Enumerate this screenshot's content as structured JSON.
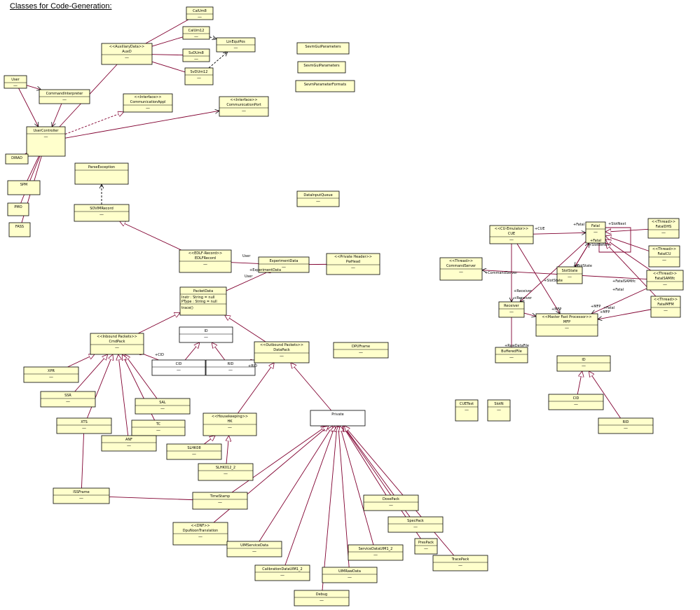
{
  "diagram": {
    "title": "Classes for Code-Generation:",
    "nodes": [
      {
        "id": "callum8",
        "title": "CalUm8",
        "compartments": [
          "—"
        ]
      },
      {
        "id": "callum12",
        "title": "CalUm12",
        "compartments": [
          "—"
        ]
      },
      {
        "id": "auxd",
        "stereotype": "<<AuxiliaryData>>",
        "title": "AuxD",
        "compartments": [
          "—"
        ]
      },
      {
        "id": "linequipos",
        "title": "LinEquiPos",
        "compartments": [
          "—"
        ]
      },
      {
        "id": "svdum8",
        "title": "SvDUm8",
        "compartments": [
          "—"
        ]
      },
      {
        "id": "svdum12",
        "title": "SvDUm12",
        "compartments": [
          "—"
        ]
      },
      {
        "id": "sevmguiparams1",
        "title": "SevmGuiParameters",
        "compartments": []
      },
      {
        "id": "sevmguiparams2",
        "title": "SevmGuiParameters",
        "compartments": []
      },
      {
        "id": "sevmparamformats",
        "title": "SevmParameterFormats",
        "compartments": []
      },
      {
        "id": "user",
        "title": "User",
        "compartments": [
          "—"
        ]
      },
      {
        "id": "cmdinterpreter",
        "title": "CommandInterpreter",
        "compartments": [
          "—"
        ]
      },
      {
        "id": "commappl",
        "stereotype": "<<Interface>>",
        "title": "CommunicationAppl",
        "compartments": [
          "—"
        ]
      },
      {
        "id": "commport",
        "stereotype": "<<Interface>>",
        "title": "CommunicationPort",
        "compartments": [
          "—"
        ]
      },
      {
        "id": "userctrl",
        "title": "UserController",
        "compartments": [
          "—"
        ]
      },
      {
        "id": "dirad",
        "title": "DIRAD",
        "compartments": []
      },
      {
        "id": "spm",
        "title": "SPM",
        "compartments": []
      },
      {
        "id": "pmo",
        "title": "PMO",
        "compartments": []
      },
      {
        "id": "fass",
        "title": "FASS",
        "compartments": []
      },
      {
        "id": "parseexc",
        "title": "ParseException",
        "compartments": [
          ""
        ]
      },
      {
        "id": "sovim",
        "title": "SOVIMRecord",
        "compartments": [
          "—"
        ]
      },
      {
        "id": "datainputqueue",
        "title": "DataInputQueue",
        "compartments": [
          "—"
        ]
      },
      {
        "id": "edlfrecord",
        "stereotype": "<<EDLF-Record>>",
        "title": "EDLFRecord",
        "compartments": [
          "—"
        ]
      },
      {
        "id": "expdata",
        "title": "ExperimentData",
        "compartments": [
          "—"
        ]
      },
      {
        "id": "pwhead",
        "stereotype": "<<Private Header>>",
        "title": "PwHead",
        "compartments": [
          "—"
        ]
      },
      {
        "id": "packetdata",
        "title": "PacketData",
        "compartments": [
          "Instr : String = null",
          "PType : String = null",
          "trace()"
        ]
      },
      {
        "id": "id_left",
        "title": "ID",
        "compartments": [
          "—"
        ]
      },
      {
        "id": "cmdpack",
        "stereotype": "<<Inbound Packets>>",
        "title": "CmdPack",
        "compartments": [
          "—"
        ]
      },
      {
        "id": "cid_left",
        "title": "CID",
        "compartments": [
          "—"
        ]
      },
      {
        "id": "rid_left",
        "title": "RID",
        "compartments": [
          "—"
        ]
      },
      {
        "id": "datapack",
        "stereotype": "<<Outbound Packets>>",
        "title": "DataPack",
        "compartments": [
          "—"
        ]
      },
      {
        "id": "dpuframe",
        "title": "DPUFrame",
        "compartments": [
          "—"
        ]
      },
      {
        "id": "xpr",
        "title": "XPR",
        "compartments": [
          "—"
        ]
      },
      {
        "id": "ssr",
        "title": "SSR",
        "compartments": [
          "—"
        ]
      },
      {
        "id": "sal",
        "title": "SAL",
        "compartments": [
          "—"
        ]
      },
      {
        "id": "xts",
        "title": "XTS",
        "compartments": [
          "—"
        ]
      },
      {
        "id": "tc",
        "title": "TC",
        "compartments": [
          "—"
        ]
      },
      {
        "id": "anf",
        "title": "ANF",
        "compartments": [
          "—"
        ]
      },
      {
        "id": "hk",
        "stereotype": "<<Housekeeping>>",
        "title": "HK",
        "compartments": [
          "—"
        ]
      },
      {
        "id": "slhk08",
        "title": "SLHK08",
        "compartments": [
          "—"
        ]
      },
      {
        "id": "slhk012",
        "title": "SLHK012_2",
        "compartments": [
          "—"
        ]
      },
      {
        "id": "private",
        "title": "Private",
        "compartments": []
      },
      {
        "id": "issframe",
        "title": "ISSFrame",
        "compartments": [
          "—"
        ]
      },
      {
        "id": "timestamp",
        "title": "TimeStamp",
        "compartments": [
          "—"
        ]
      },
      {
        "id": "dpunoon",
        "stereotype": "<<DNF>>",
        "title": "DpuNoonTranslation",
        "compartments": [
          "—"
        ]
      },
      {
        "id": "uimservice",
        "title": "UIMServiceData",
        "compartments": [
          "—"
        ]
      },
      {
        "id": "calibration",
        "title": "CalibrationDataUIM1_2",
        "compartments": [
          "—"
        ]
      },
      {
        "id": "debug",
        "title": "Debug",
        "compartments": [
          "—"
        ]
      },
      {
        "id": "uimraw",
        "title": "UIMRawData",
        "compartments": [
          "—"
        ]
      },
      {
        "id": "servicedata",
        "title": "ServiceDataUIM1_2",
        "compartments": [
          "—"
        ]
      },
      {
        "id": "dosepack",
        "title": "DosePack",
        "compartments": [
          "—"
        ]
      },
      {
        "id": "specpack",
        "title": "SpecPack",
        "compartments": [
          "—"
        ]
      },
      {
        "id": "pressdpack",
        "title": "PresPack",
        "compartments": [
          "—"
        ]
      },
      {
        "id": "tracepack",
        "title": "TracePack",
        "compartments": [
          "—"
        ]
      },
      {
        "id": "cuemulator",
        "stereotype": "<<CU-Emulator>>",
        "title": "CUE",
        "compartments": [
          "—"
        ]
      },
      {
        "id": "fatal",
        "title": "Fatal",
        "compartments": [
          "—"
        ]
      },
      {
        "id": "fataldhs",
        "stereotype": "<<Thread>>",
        "title": "FatalDHS",
        "compartments": [
          "—"
        ]
      },
      {
        "id": "fatalcu",
        "stereotype": "<<Thread>>",
        "title": "FatalCU",
        "compartments": [
          "—"
        ]
      },
      {
        "id": "fatalsam",
        "stereotype": "<<Thread>>",
        "title": "FatalSAMIfc",
        "compartments": [
          "—"
        ]
      },
      {
        "id": "fatalmfm",
        "stereotype": "<<Thread>>",
        "title": "FatalMFM",
        "compartments": [
          "—"
        ]
      },
      {
        "id": "cmdserver",
        "stereotype": "<<Thread>>",
        "title": "CommandServer",
        "compartments": [
          "—"
        ]
      },
      {
        "id": "slotstate",
        "title": "SlotState",
        "compartments": [
          "—"
        ]
      },
      {
        "id": "receiver",
        "title": "Receiver",
        "compartments": [
          "—"
        ]
      },
      {
        "id": "mfp",
        "stereotype": "<<Master Fast Processor>>",
        "title": "MFP",
        "compartments": [
          "—"
        ]
      },
      {
        "id": "bufferedfile",
        "title": "BufferedFile",
        "compartments": [
          "—"
        ]
      },
      {
        "id": "id_right",
        "title": "ID",
        "compartments": [
          "—"
        ]
      },
      {
        "id": "cuetest",
        "title": "CUETest",
        "compartments": [
          "—"
        ]
      },
      {
        "id": "slotn",
        "title": "SlotN",
        "compartments": [
          "—"
        ]
      },
      {
        "id": "cid_right",
        "title": "CID",
        "compartments": [
          "—"
        ]
      },
      {
        "id": "rid_right",
        "title": "RID",
        "compartments": [
          "—"
        ]
      }
    ],
    "edge_labels": [
      {
        "id": "l_cid",
        "text": "+CID"
      },
      {
        "id": "l_rid",
        "text": "+RID"
      },
      {
        "id": "l_user1",
        "text": "User"
      },
      {
        "id": "l_user2",
        "text": "User"
      },
      {
        "id": "l_expdata",
        "text": "+ExperimentData"
      },
      {
        "id": "l_cue",
        "text": "+CUE"
      },
      {
        "id": "l_fatal",
        "text": "+Fatal"
      },
      {
        "id": "l_slotnext",
        "text": "+SlotNext"
      },
      {
        "id": "l_fatal2",
        "text": "+Fatal"
      },
      {
        "id": "l_slotbefore",
        "text": "+SlotBefore"
      },
      {
        "id": "l_slotstate",
        "text": "+SlotState"
      },
      {
        "id": "l_slotstate2",
        "text": "+SlotState"
      },
      {
        "id": "l_cmdserver",
        "text": "+CommandServer"
      },
      {
        "id": "l_fatalsam",
        "text": "+FatalSAMIfc"
      },
      {
        "id": "l_receiver",
        "text": "+Receiver"
      },
      {
        "id": "l_receiver2",
        "text": "+Receiver"
      },
      {
        "id": "l_mfp1",
        "text": "+MFP"
      },
      {
        "id": "l_mfp2",
        "text": "+MFP"
      },
      {
        "id": "l_mfp3",
        "text": "+MFP"
      },
      {
        "id": "l_rawdatafile",
        "text": "+RawDataFile"
      },
      {
        "id": "l_fatal3",
        "text": "+Fatal"
      },
      {
        "id": "l_fatal4",
        "text": "+Fatal"
      }
    ]
  }
}
